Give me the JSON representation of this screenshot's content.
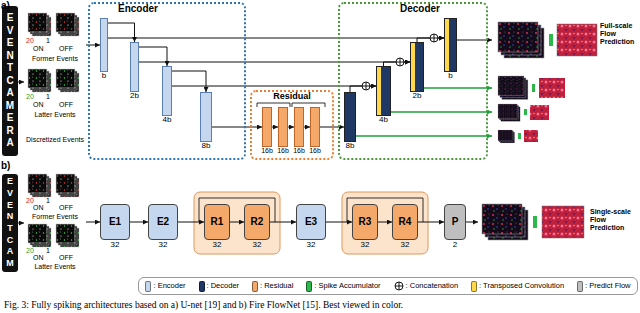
{
  "diagram": {
    "caption": "Fig. 3: Fully spiking architectures based on a) U-net [19] and b) Fire FlowNet [15]. Best viewed in color.",
    "nodes": [
      {
        "text": [
          "EVENT CAMERA"
        ]
      },
      {
        "text": [
          "Former Events",
          "Latter Events",
          "Discretized Events"
        ]
      },
      {
        "text": [
          "Encoder"
        ]
      },
      {
        "text": [
          "b"
        ],
        "in": 2
      },
      {
        "text": [
          "2b"
        ],
        "in": 2
      },
      {
        "text": [
          "4b"
        ],
        "in": 2
      },
      {
        "text": [
          "8b"
        ],
        "in": 2
      },
      {
        "text": [
          "Residual"
        ]
      },
      {
        "text": [
          "16b"
        ],
        "in": 7
      },
      {
        "text": [
          "16b"
        ],
        "in": 7
      },
      {
        "text": [
          "16b"
        ],
        "in": 7
      },
      {
        "text": [
          "16b"
        ],
        "in": 7
      },
      {
        "text": [
          "Decoder"
        ]
      },
      {
        "text": [
          "8b"
        ],
        "in": 12
      },
      {
        "text": [
          "4b"
        ],
        "in": 12
      },
      {
        "text": [
          "2b"
        ],
        "in": 12
      },
      {
        "text": [
          "b"
        ],
        "in": 12
      },
      {
        "text": [
          "Full-scale Flow Prediction"
        ]
      },
      {
        "text": [
          "EVENT CAM"
        ]
      },
      {
        "text": [
          "Former Events",
          "Latter Events"
        ]
      },
      {
        "text": [
          "E1",
          "32"
        ]
      },
      {
        "text": [
          "E2",
          "32"
        ]
      },
      {
        "text": [
          "R1",
          "32"
        ]
      },
      {
        "text": [
          "R2",
          "32"
        ]
      },
      {
        "text": [
          "E3",
          "32"
        ]
      },
      {
        "text": [
          "R3",
          "32"
        ]
      },
      {
        "text": [
          "R4",
          "32"
        ]
      },
      {
        "text": [
          "P",
          "2"
        ]
      },
      {
        "text": [
          "Single-scale Flow Prediction"
        ]
      }
    ],
    "edges": [
      {
        "from": 0,
        "to": 1,
        "arrow": "to"
      },
      {
        "from": 1,
        "to": 3,
        "arrow": "to"
      },
      {
        "from": 3,
        "to": 4,
        "arrow": "to"
      },
      {
        "from": 4,
        "to": 5,
        "arrow": "to"
      },
      {
        "from": 5,
        "to": 6,
        "arrow": "to"
      },
      {
        "from": 6,
        "to": 8,
        "arrow": "to"
      },
      {
        "from": 8,
        "to": 9,
        "arrow": "to"
      },
      {
        "from": 9,
        "to": 10,
        "arrow": "to"
      },
      {
        "from": 10,
        "to": 11,
        "arrow": "to"
      },
      {
        "from": 11,
        "to": 13,
        "arrow": "to"
      },
      {
        "from": 13,
        "to": 14,
        "arrow": "to"
      },
      {
        "from": 14,
        "to": 15,
        "arrow": "to"
      },
      {
        "from": 15,
        "to": 16,
        "arrow": "to"
      },
      {
        "from": 5,
        "to": 14,
        "arrow": "to"
      },
      {
        "from": 4,
        "to": 15,
        "arrow": "to"
      },
      {
        "from": 3,
        "to": 16,
        "arrow": "to"
      },
      {
        "from": 13,
        "to": 17,
        "arrow": "to"
      },
      {
        "from": 14,
        "to": 17,
        "arrow": "to"
      },
      {
        "from": 15,
        "to": 17,
        "arrow": "to"
      },
      {
        "from": 16,
        "to": 17,
        "arrow": "to"
      },
      {
        "from": 18,
        "to": 19,
        "arrow": "to"
      },
      {
        "from": 19,
        "to": 20,
        "arrow": "to"
      },
      {
        "from": 20,
        "to": 21,
        "arrow": "to"
      },
      {
        "from": 21,
        "to": 22,
        "arrow": "to"
      },
      {
        "from": 22,
        "to": 23,
        "arrow": "to"
      },
      {
        "from": 23,
        "to": 24,
        "arrow": "to"
      },
      {
        "from": 24,
        "to": 25,
        "arrow": "to"
      },
      {
        "from": 25,
        "to": 26,
        "arrow": "to"
      },
      {
        "from": 26,
        "to": 27,
        "arrow": "to"
      },
      {
        "from": 27,
        "to": 28,
        "arrow": "to"
      }
    ],
    "labels": [
      "a)",
      "20",
      "1",
      "ON",
      "OFF",
      "20",
      "1",
      "ON",
      "OFF",
      "b)",
      "20",
      "1",
      "ON",
      "OFF",
      "20",
      "1",
      "ON",
      "OFF"
    ],
    "legend": [
      {
        "text": ": Encoder",
        "color": "#c5d7ee"
      },
      {
        "text": ": Decoder",
        "color": "#1f3864"
      },
      {
        "text": ": Residual",
        "color": "#f4a96a"
      },
      {
        "text": ": Spike Accumulator",
        "color": "#2db84b"
      },
      {
        "text": ": Concatenation"
      },
      {
        "text": ": Transposed Convolution",
        "color": "#ffd94a"
      },
      {
        "text": ": Predict Flow",
        "color": "#bfbfbf"
      }
    ]
  }
}
